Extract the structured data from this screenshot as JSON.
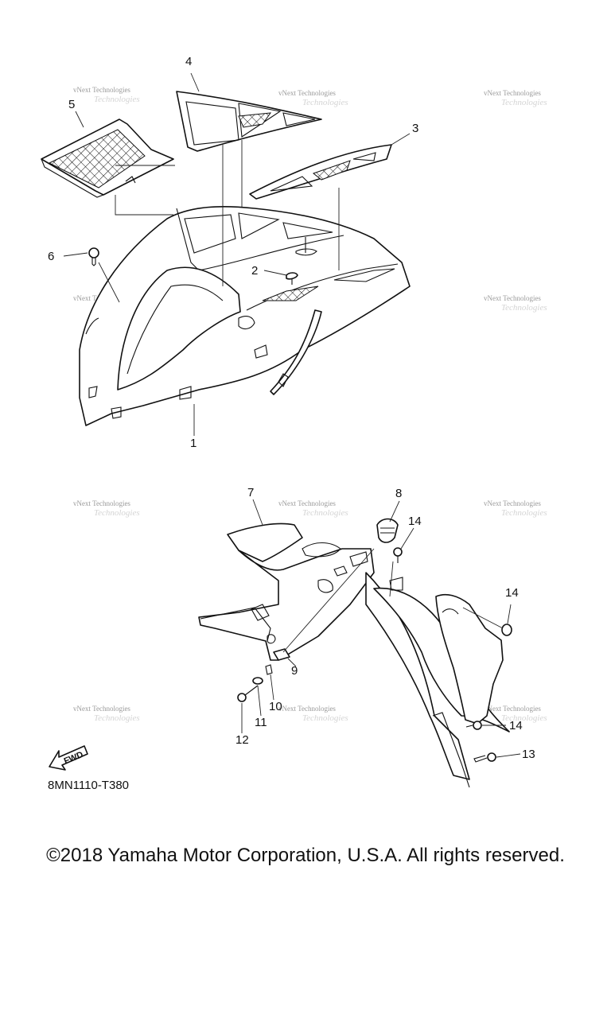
{
  "callouts": {
    "c1": "1",
    "c2": "2",
    "c3": "3",
    "c4": "4",
    "c5": "5",
    "c6": "6",
    "c7": "7",
    "c8": "8",
    "c9": "9",
    "c10": "10",
    "c11": "11",
    "c12": "12",
    "c13": "13",
    "c14a": "14",
    "c14b": "14",
    "c14c": "14"
  },
  "watermark": {
    "line1": "vNext Technologies",
    "line2": "Technologies"
  },
  "fwd_label": "FWD",
  "diagram_code": "8MN1110-T380",
  "copyright": "©2018 Yamaha Motor Corporation, U.S.A. All rights reserved."
}
